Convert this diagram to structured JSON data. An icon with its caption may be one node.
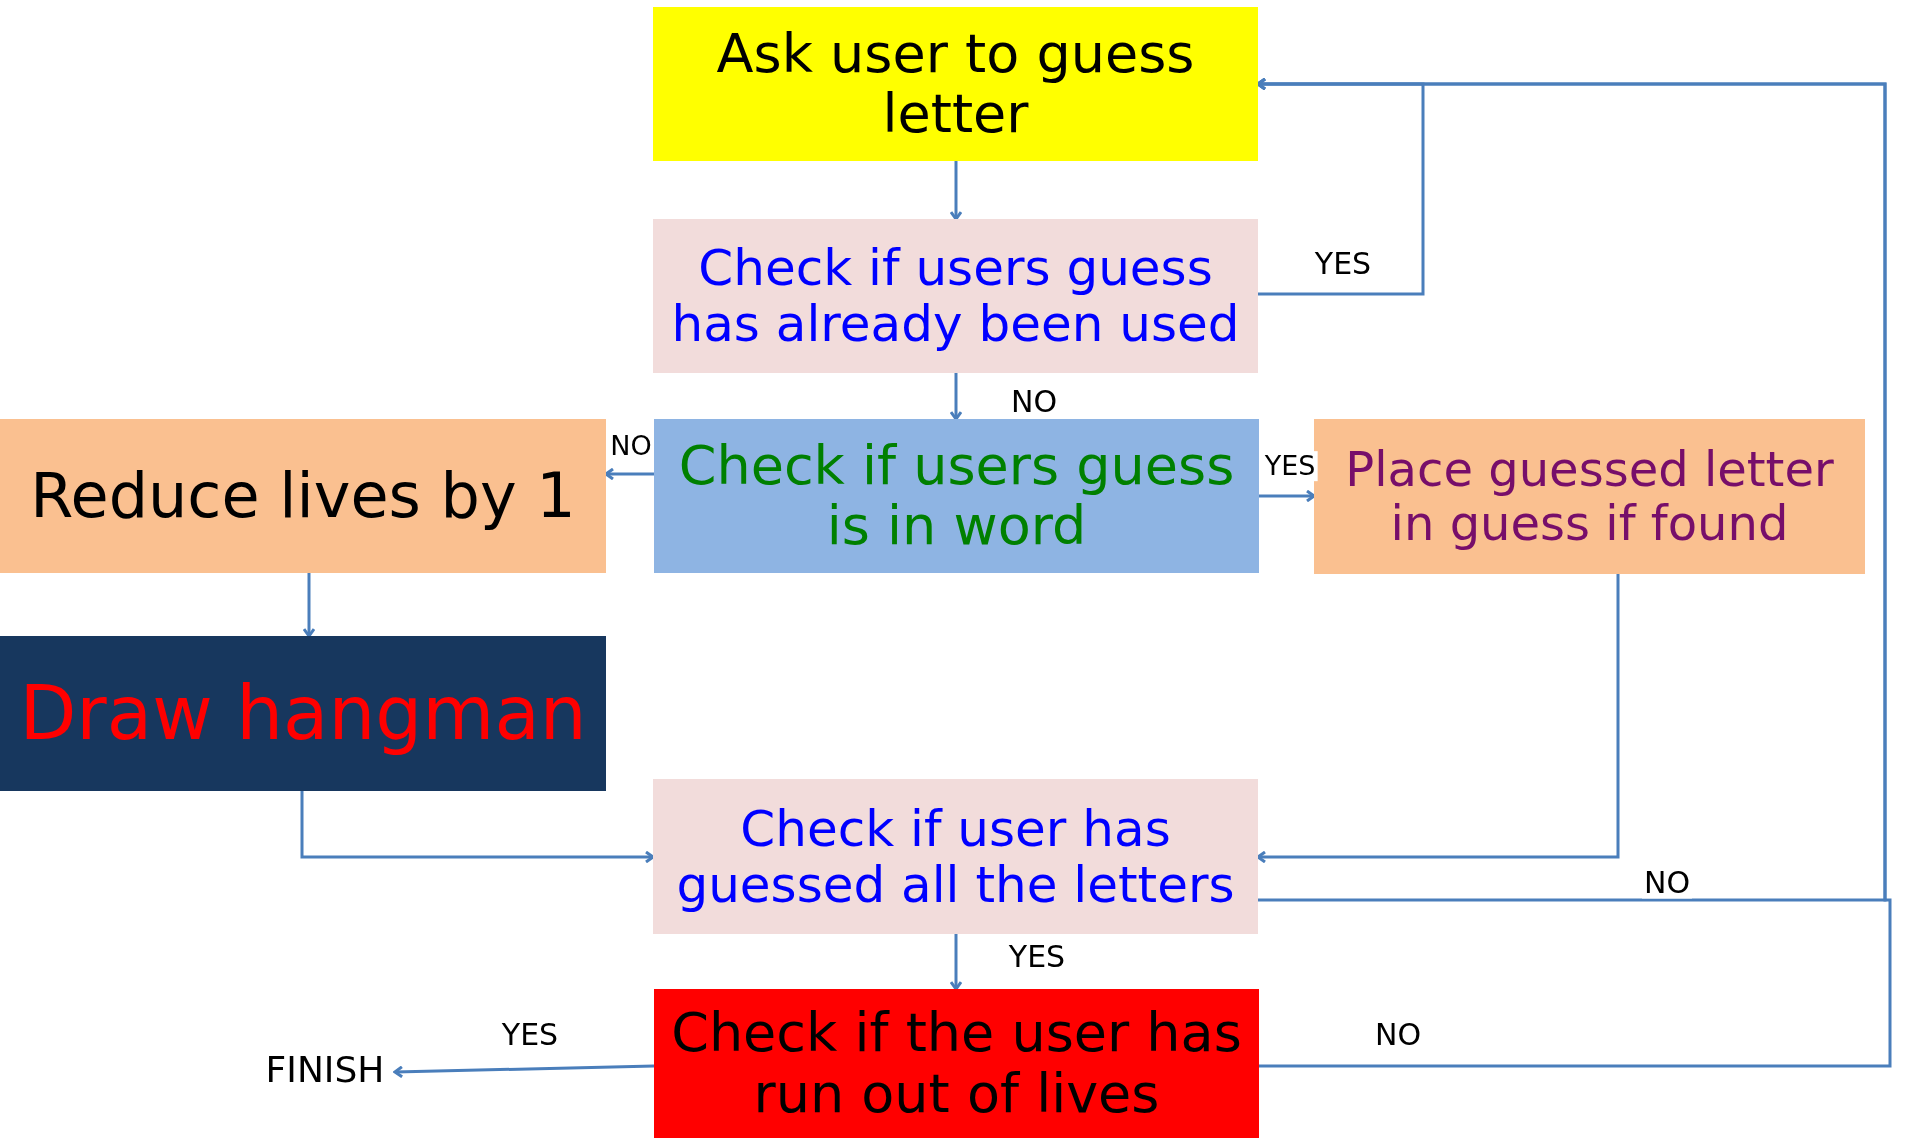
{
  "diagram": {
    "nodes": [
      {
        "text": [
          "Ask user to guess letter"
        ]
      },
      {
        "text": [
          "Check if users guess has already been used"
        ]
      },
      {
        "text": [
          "Check if users guess is in word"
        ]
      },
      {
        "text": [
          "Reduce lives by 1"
        ]
      },
      {
        "text": [
          "Place guessed letter in guess if found"
        ]
      },
      {
        "text": [
          "Draw hangman"
        ]
      },
      {
        "text": [
          "Check if user has guessed all the letters"
        ]
      },
      {
        "text": [
          "Check if the user has run out of lives"
        ]
      },
      {
        "text": [
          "FINISH"
        ]
      }
    ],
    "edges": [
      {
        "from": 0,
        "to": 1,
        "arrow": "to"
      },
      {
        "from": 1,
        "to": 0,
        "arrow": "to",
        "label": "YES"
      },
      {
        "from": 1,
        "to": 2,
        "arrow": "to",
        "label": "NO"
      },
      {
        "from": 2,
        "to": 3,
        "arrow": "to",
        "label": "NO"
      },
      {
        "from": 2,
        "to": 4,
        "arrow": "to",
        "label": "YES"
      },
      {
        "from": 3,
        "to": 5,
        "arrow": "to"
      },
      {
        "from": 5,
        "to": 6,
        "arrow": "to"
      },
      {
        "from": 4,
        "to": 6,
        "arrow": "to"
      },
      {
        "from": 6,
        "to": 0,
        "arrow": "to",
        "label": "NO"
      },
      {
        "from": 6,
        "to": 7,
        "arrow": "to",
        "label": "YES"
      },
      {
        "from": 7,
        "to": 0,
        "arrow": "to",
        "label": "NO"
      },
      {
        "from": 7,
        "to": 8,
        "arrow": "to",
        "label": "YES"
      }
    ]
  }
}
